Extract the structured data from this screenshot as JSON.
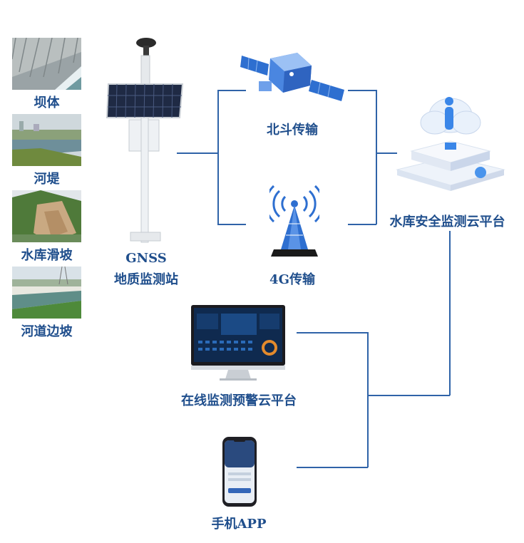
{
  "scenes": [
    {
      "label": "坝体",
      "icon": "dam-photo"
    },
    {
      "label": "河堤",
      "icon": "river-embankment-photo"
    },
    {
      "label": "水库滑坡",
      "icon": "reservoir-landslide-photo"
    },
    {
      "label": "河道边坡",
      "icon": "river-slope-photo"
    }
  ],
  "station": {
    "line1": "GNSS",
    "line2": "地质监测站",
    "icon": "gnss-station-icon"
  },
  "transmission": {
    "beidou": {
      "label": "北斗传输",
      "icon": "satellite-icon"
    },
    "g4": {
      "label": "4G传输",
      "icon": "cell-tower-icon"
    }
  },
  "cloud": {
    "label": "水库安全监测云平台",
    "icon": "cloud-server-icon"
  },
  "web_platform": {
    "label": "在线监测预警云平台",
    "icon": "monitor-icon"
  },
  "mobile": {
    "label": "手机APP",
    "icon": "phone-icon"
  },
  "colors": {
    "label": "#1f4e8c",
    "line": "#2f63a8"
  }
}
